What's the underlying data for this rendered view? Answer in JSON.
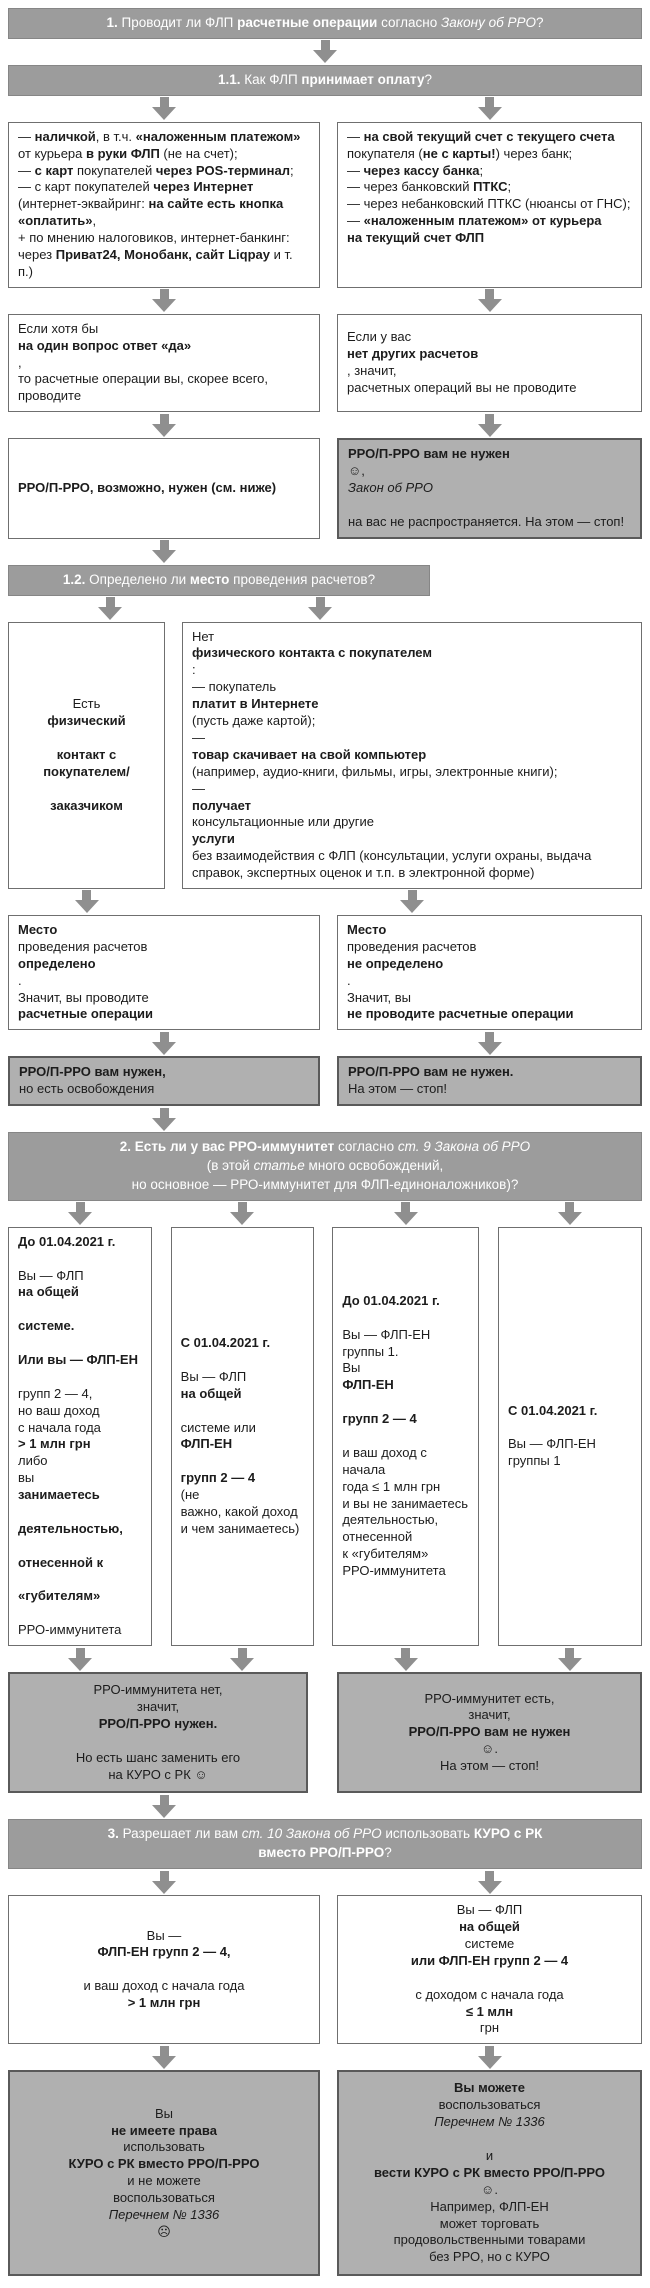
{
  "colors": {
    "header_bg": "#9c9c9c",
    "header_text": "#ffffff",
    "box_border": "#6f6f6f",
    "result_bg": "#b0b0b0",
    "result_border": "#5a5a5a",
    "arrow": "#8f8f8f",
    "text": "#1c1c1c"
  },
  "headers": {
    "q1": "**1.** Проводит ли ФЛП **расчетные операции** согласно *Закону об РРО*?",
    "q1_1": "**1.1.** Как ФЛП **принимает оплату**?",
    "q1_2": "**1.2.** Определено ли **место** проведения расчетов?",
    "q2": "**2. Есть ли у вас РРО-иммунитет** согласно *ст. 9 Закона об РРО*\n(в этой *статье* много освобождений,\nно основное — РРО-иммунитет для ФЛП-единоналожников)?",
    "q3": "**3.** Разрешает ли вам *ст. 10 Закона об РРО* использовать **КУРО с РК**\n**вместо РРО/П-РРО**?"
  },
  "boxes": {
    "pay_left": "— **наличкой**, в т.ч. **«наложенным платежом»**\nот курьера **в руки ФЛП** (не на счет);\n— **с карт** покупателей **через POS-терминал**;\n— с карт покупателей **через Интернет** (интернет-эквайринг: **на сайте есть кнопка «оплатить»**,\n+ по мнению налоговиков, интернет-банкинг:\nчерез **Приват24, Монобанк, сайт Liqpay** и т. п.)",
    "pay_right": "— **на свой текущий счет с текущего счета**\nпокупателя (**не с карты!**) через банк;\n— **через кассу банка**;\n— через банковский **ПТКС**;\n— через небанковский ПТКС (нюансы от ГНС);\n— **«наложенным платежом» от курьера**\n**на текущий счет ФЛП**",
    "if_yes": "Если хотя бы **на один вопрос ответ «да»**,\nто расчетные операции вы, скорее всего, проводите",
    "if_no": "Если у вас **нет других расчетов**, значит,\nрасчетных операций вы не проводите",
    "maybe_needed": "**РРО/П-РРО, возможно, нужен (см. ниже)**",
    "not_needed_stop1": "**РРО/П-РРО вам не нужен** ☺, *Закон об РРО*\nна вас не распространяется. На этом — стоп!",
    "contact_yes": "Есть **физический**\n**контакт с покупателем/**\n**заказчиком**",
    "contact_no": "Нет **физического контакта с покупателем**:\n— покупатель **платит в Интернете** (пусть даже картой);\n— **товар скачивает на свой компьютер** (например, аудио-книги, фильмы, игры, электронные книги);\n— **получает** консультационные или другие **услуги** без взаимодействия с ФЛП (консультации, услуги охраны, выдача справок, экспертных оценок и т.п. в электронной форме)",
    "place_defined": "**Место** проведения расчетов **определено**.\nЗначит, вы проводите **расчетные операции**",
    "place_not_defined": "**Место** проведения расчетов **не определено**.\nЗначит, вы **не проводите расчетные операции**",
    "needed_exemptions": "**РРО/П-РРО вам нужен,** но есть освобождения",
    "not_needed_stop2": "**РРО/П-РРО вам не нужен.** На этом — стоп!",
    "col1": "**До 01.04.2021 г.**\nВы — ФЛП **на общей**\n**системе.**\n**Или вы — ФЛП-ЕН**\nгрупп 2 — 4,\nно ваш доход\nс начала года\n**> 1 млн грн** либо\nвы **занимаетесь**\n**деятельностью,**\n**отнесенной к**\n**«губителям»**\nРРО-иммунитета",
    "col2": "**С 01.04.2021 г.**\nВы — ФЛП **на общей**\nсистеме или **ФЛП-ЕН**\n**групп 2 — 4** (не\nважно, какой доход\nи чем занимаетесь)",
    "col3": "**До 01.04.2021 г.**\nВы — ФЛП-ЕН\nгруппы 1.\nВы **ФЛП-ЕН**\n**групп 2 — 4**\nи ваш доход с начала\nгода ≤ 1 млн грн\nи вы не занимаетесь\nдеятельностью,\nотнесенной\nк «губителям»\nРРО-иммунитета",
    "col4": "**С 01.04.2021 г.**\nВы — ФЛП-ЕН\nгруппы 1",
    "no_immunity": "РРО-иммунитета нет,\nзначит, **РРО/П-РРО нужен.**\nНо есть шанс заменить его\nна КУРО с РК ☺",
    "immunity": "РРО-иммунитет есть,\nзначит, **РРО/П-РРО вам не нужен** ☺.\nНа этом — стоп!",
    "group24_over_1m": "Вы — **ФЛП-ЕН групп 2 — 4,**\nи ваш доход с начала года **> 1 млн грн**",
    "general_or_under_1m": "Вы — ФЛП **на общей** системе\n**или ФЛП-ЕН групп 2 — 4**\nс доходом с начала года **≤ 1 млн** грн",
    "kuro_forbidden": "Вы **не имеете права** использовать\n**КУРО с РК вместо РРО/П-РРО** и не можете\nвоспользоваться *Перечнем № 1336* ☹",
    "kuro_allowed": "**Вы можете** воспользоваться\n*Перечнем № 1336*\nи **вести КУРО с РК вместо РРО/П-РРО** ☺.\nНапример, ФЛП-ЕН\nможет торговать\nпродовольственными товарами\nбез РРО, но с КУРО"
  }
}
